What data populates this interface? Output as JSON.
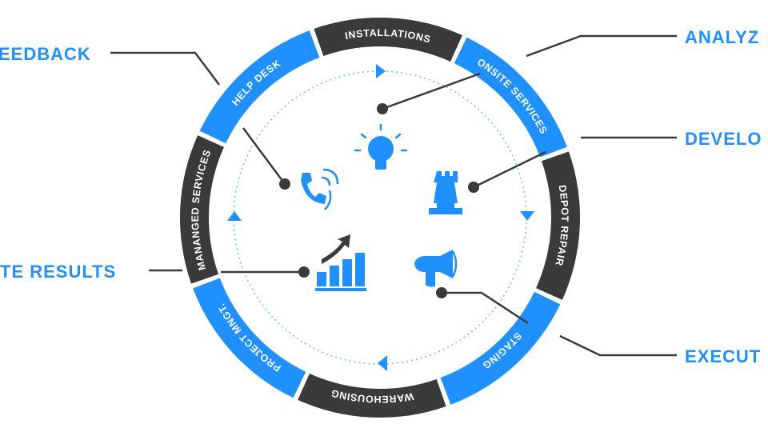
{
  "colors": {
    "blue": "#1E90FF",
    "dark": "#3A3A3A",
    "line": "#3A3A3A",
    "white": "#FFFFFF",
    "dotted": "#7FB8F0"
  },
  "segments": [
    {
      "label": "INSTALLATIONS",
      "color": "dark"
    },
    {
      "label": "ONSITE SERVICES",
      "color": "blue"
    },
    {
      "label": "DEPOT REPAIR",
      "color": "dark"
    },
    {
      "label": "STAGING",
      "color": "blue"
    },
    {
      "label": "WAREHOUSING",
      "color": "dark"
    },
    {
      "label": "PROJECT MNGT.",
      "color": "blue"
    },
    {
      "label": "MANANGED SERVICES",
      "color": "dark"
    },
    {
      "label": "HELP DESK",
      "color": "blue"
    }
  ],
  "side_labels": {
    "feedback": "EEDBACK",
    "analyze": "ANALYZ",
    "develop": "DEVELO",
    "results": "TE RESULTS",
    "execute": "EXECUT"
  },
  "icons": [
    {
      "name": "lightbulb-icon"
    },
    {
      "name": "chess-rook-icon"
    },
    {
      "name": "megaphone-icon"
    },
    {
      "name": "growth-chart-icon"
    },
    {
      "name": "telephone-icon"
    }
  ]
}
